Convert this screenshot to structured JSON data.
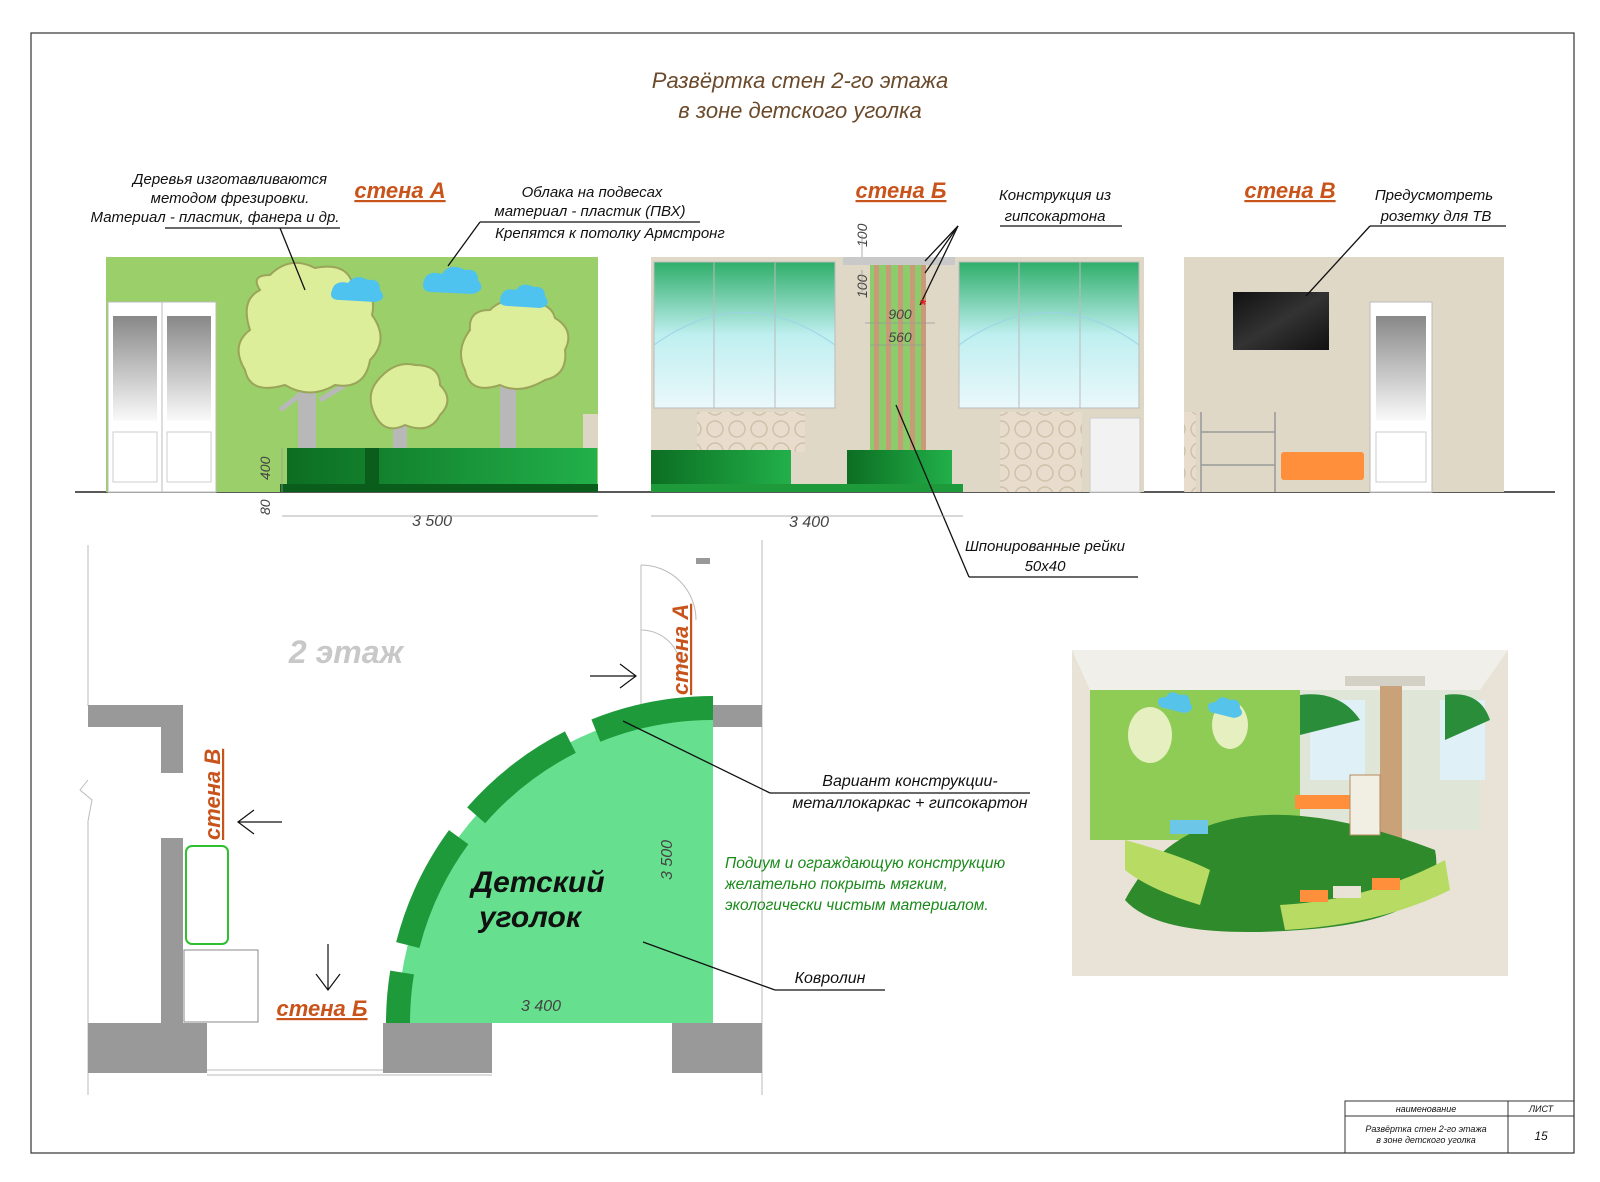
{
  "title": {
    "line1": "Развёртка стен 2-го этажа",
    "line2": "в зоне детского уголка"
  },
  "wall_labels": {
    "a": "стена А",
    "b": "стена Б",
    "v": "стена В"
  },
  "notes": {
    "trees": [
      "Деревья изготавливаются",
      "методом фрезировки.",
      "Материал - пластик, фанера и др."
    ],
    "clouds": [
      "Облака на подвесах",
      "материал - пластик (ПВХ)",
      "Крепятся к потолку Армстронг"
    ],
    "gypsum": [
      "Конструкция из",
      "гипсокартона"
    ],
    "tv": [
      "Предусмотреть",
      "розетку для ТВ"
    ],
    "slats": [
      "Шпонированные рейки",
      "50х40"
    ],
    "variant": [
      "Вариант конструкции-",
      "металлокаркас + гипсокартон"
    ],
    "podium": [
      "Подиум и ограждающую конструкцию",
      "желательно покрыть мягким,",
      "экологически чистым материалом."
    ],
    "carpet": "Ковролин"
  },
  "dimensions": {
    "a_height_400": "400",
    "a_height_80": "80",
    "a_width": "3 500",
    "b_width": "3 400",
    "b_100_top": "100",
    "b_100_mid": "100",
    "b_900": "900",
    "b_560": "560",
    "plan_3500": "3 500",
    "plan_3400": "3 400",
    "asterisk": "*"
  },
  "plan": {
    "floor_label": "2 этаж",
    "corner_label": [
      "Детский",
      "уголок"
    ]
  },
  "title_block": {
    "header_name": "наименование",
    "header_sheet": "ЛИСТ",
    "name_line1": "Развёртка стен 2-го этажа",
    "name_line2": "в зоне детского уголка",
    "sheet_number": "15"
  },
  "colors": {
    "title_brown": "#6b4a2b",
    "wall_label_orange": "#c8541c",
    "wall_green": "#9bcf6a",
    "podium_green": "#1f9a3a",
    "plan_green": "#66e08e",
    "note_green": "#1a8a1a",
    "cloud_blue": "#4ec3f0"
  }
}
